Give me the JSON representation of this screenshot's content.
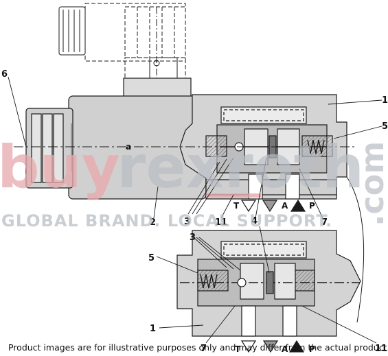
{
  "callouts": {
    "c1_top": "1",
    "c1_bottom": "1",
    "c2": "2",
    "c3_top": "3",
    "c3_bottom": "3",
    "c4": "4",
    "c5_top": "5",
    "c5_bottom": "5",
    "c6": "6",
    "c7_top": "7",
    "c7_bottom": "7",
    "c11_top": "11",
    "c11_bottom": "11"
  },
  "axis_label": "a",
  "ports": {
    "top": {
      "t": "T",
      "a": "A",
      "p": "P"
    },
    "bottom": {
      "t": "T",
      "a": "A",
      "p": "P"
    }
  },
  "watermark": {
    "brand_left": "buy",
    "brand_right": "rexroth",
    "domain": ".com",
    "tagline": "GLOBAL BRAND. LOCAL SUPPORT."
  },
  "disclaimer": "Product images are for illustrative purposes only and may differ from the actual product.",
  "colors": {
    "body_fill": "#d6d6d6",
    "body_shade": "#c4c4c4",
    "line": "#1a1a1a",
    "watermark_red": "#e8a9ad",
    "watermark_grey": "#b9bec4"
  }
}
